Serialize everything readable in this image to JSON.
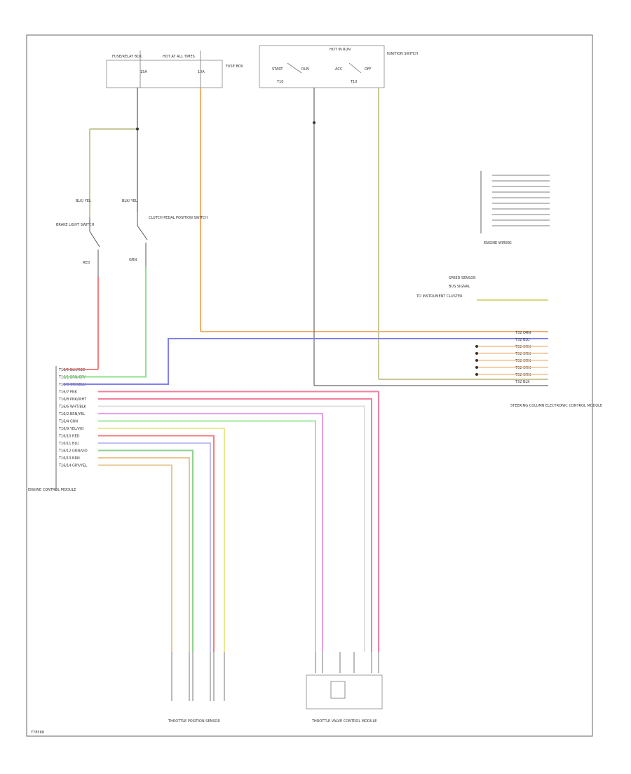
{
  "diagram": {
    "footer_code": "Y78568",
    "legend_caption": "ENGINE WIRING",
    "relay_box": {
      "left_label": "FUSE/RELAY BOX",
      "right_label": "HOT AT ALL TIMES",
      "fuse_a": "15A",
      "fuse_b": "10A",
      "side_label": "FUSE BOX"
    },
    "ign_box": {
      "top_label": "HOT IN RUN",
      "side_label": "IGNITION SWITCH",
      "s1": "START",
      "s2": "RUN",
      "s3": "ACC",
      "s4": "OFF"
    },
    "switch_left": {
      "wire_top": "BLK/ YEL",
      "name": "BRAKE LIGHT SWITCH",
      "wire_bottom": "RED"
    },
    "switch_right": {
      "wire_top": "BLK/ YEL",
      "name": "CLUTCH PEDAL POSITION SWITCH",
      "wire_bottom": "GRN"
    },
    "ecm_label": "ENGINE CONTROL MODULE",
    "ecm_pins": [
      "T16/5 BLK/RED",
      "T16/1 BRN/GRY",
      "T16/3 GRN/BLU",
      "T16/7 PNK",
      "T16/8 PNK/WHT",
      "T16/6 WHT/BLK",
      "T16/2 BRN/YEL",
      "T16/4 GRN",
      "T16/9 YEL/VIO",
      "T16/10 RED",
      "T16/11 BLU",
      "T16/12 GRN/VIO",
      "T16/13 BRN",
      "T16/14 GRY/YEL"
    ],
    "right_block": {
      "caption": "SPEED SENSOR",
      "sub": "BUS SIGNAL",
      "conn": "TO INSTRUMENT CLUSTER",
      "pins": [
        "T32 ORN",
        "T32 BLU",
        "T32 ORN",
        "T32 ORN",
        "T32 ORN",
        "T32 ORN",
        "T32 ORN",
        "T32 BLK"
      ],
      "name": "STEERING COLUMN ELECTRONIC CONTROL MODULE"
    },
    "bottom_left_label": "THROTTLE POSITION SENSOR",
    "bottom_right_label": "THROTTLE VALVE CONTROL MODULE"
  }
}
